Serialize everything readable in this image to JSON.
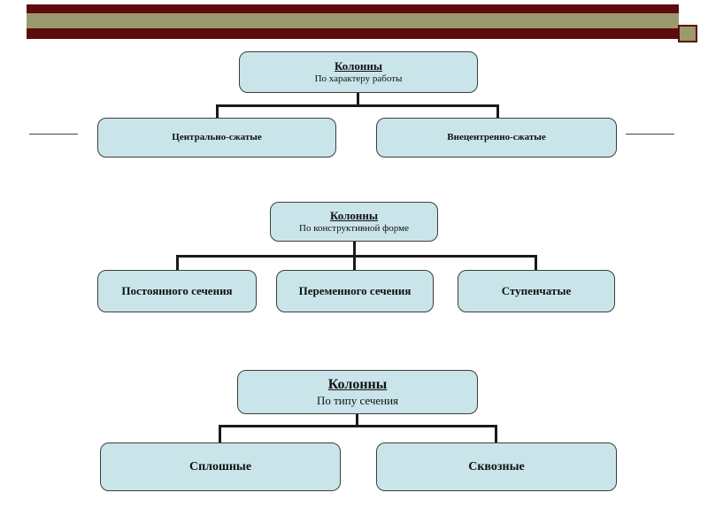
{
  "slide": {
    "theme": {
      "header_khaki": "#9a9a6d",
      "header_maroon": "#5e0b0b",
      "box_fill": "#c9e5ea",
      "box_border": "#3d3d3d",
      "connector": "#1a1a1a"
    },
    "diagrams": [
      {
        "root_title": "Колонны",
        "root_subtitle": "По характеру работы",
        "children": [
          "Центрально-сжатые",
          "Внецентренно-сжатые"
        ]
      },
      {
        "root_title": "Колонны",
        "root_subtitle": "По конструктивной форме",
        "children": [
          "Постоянного сечения",
          "Переменного сечения",
          "Ступенчатые"
        ]
      },
      {
        "root_title": "Колонны",
        "root_subtitle": "По типу сечения",
        "children": [
          "Сплошные",
          "Сквозные"
        ]
      }
    ]
  }
}
